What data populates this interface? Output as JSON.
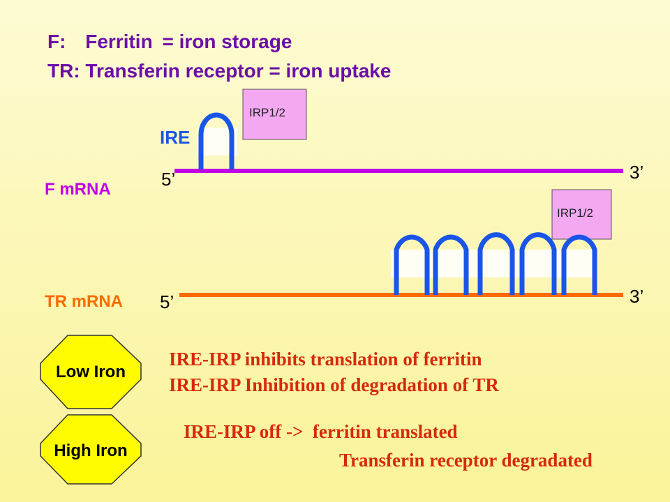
{
  "header": {
    "line1_key": "F:",
    "line1_term": "Ferritin",
    "line1_def": "= iron storage",
    "line2": "TR: Transferin receptor = iron uptake"
  },
  "diagram": {
    "ire_label": "IRE",
    "irp_label_top": "IRP1/2",
    "irp_label_bottom": "IRP1/2",
    "f_mrna_label": "F mRNA",
    "tr_mrna_label": "TR mRNA",
    "f_five_prime": "5’",
    "f_three_prime": "3’",
    "tr_five_prime": "5’",
    "tr_three_prime": "3’"
  },
  "conditions": [
    {
      "badge": "Low Iron",
      "lines": [
        "IRE-IRP inhibits translation of ferritin",
        "IRE-IRP Inhibition of degradation of TR"
      ]
    },
    {
      "badge": "High Iron",
      "lines": [
        "IRE-IRP off ->  ferritin translated",
        "Transferin receptor degradated"
      ]
    }
  ],
  "colors": {
    "title": "#6b0fa8",
    "f_mrna_line": "#c000e8",
    "tr_mrna_line": "#ff6a00",
    "ire_loop": "#1a55e8",
    "irp_box": "#f4a8f2",
    "badge_fill": "#fffc00",
    "condition_text": "#d62a0c"
  }
}
